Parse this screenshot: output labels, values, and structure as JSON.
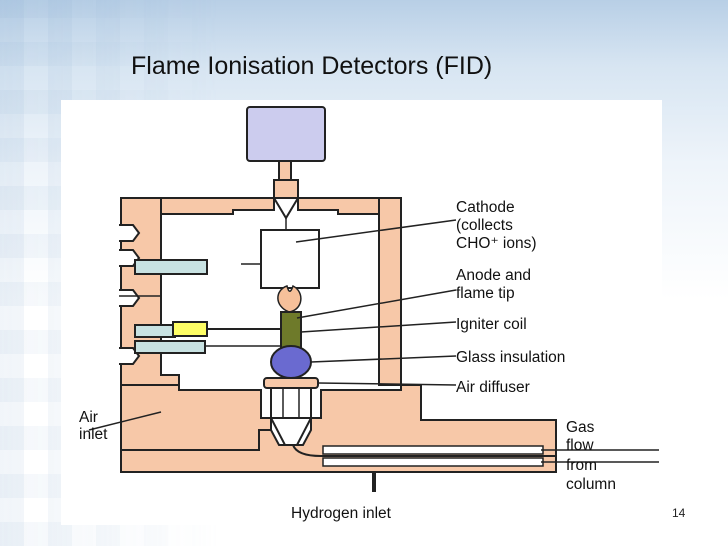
{
  "slide": {
    "title": "Flame Ionisation Detectors (FID)",
    "number": "14"
  },
  "diagram": {
    "labels": {
      "cathode": [
        "Cathode",
        "(collects",
        "CHO⁺ ions)"
      ],
      "anode": [
        "Anode and",
        "flame tip"
      ],
      "igniter": "Igniter coil",
      "glass": "Glass insulation",
      "diffuser": "Air diffuser",
      "air_inlet": [
        "Air",
        "inlet"
      ],
      "gas_flow": [
        "Gas",
        "flow",
        "from",
        "column"
      ],
      "hydrogen": "Hydrogen inlet"
    },
    "colors": {
      "body": "#f7c8a8",
      "outline": "#222222",
      "cap": "#ccccee",
      "teal": "#c8e2e2",
      "igniter": "#ffff66",
      "coil": "#6e7a2a",
      "glass": "#6a6ad0",
      "flame": "#f6c09a"
    }
  }
}
